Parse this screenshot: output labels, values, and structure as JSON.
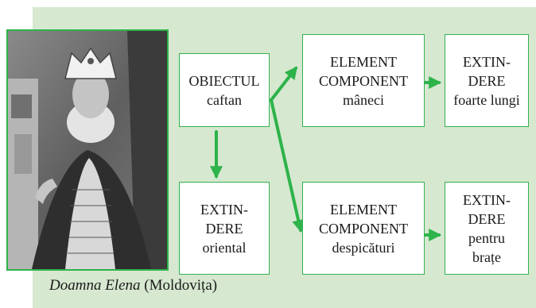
{
  "caption": {
    "italic": "Doamna Elena",
    "regular": "(Moldovița)"
  },
  "colors": {
    "panel_background": "#d6e8d0",
    "arrow": "#2db34a",
    "box_border": "#34b14f"
  },
  "boxes": {
    "object": {
      "lines": [
        "OBIECTUL",
        "caftan"
      ]
    },
    "element_sleeves": {
      "lines": [
        "ELEMENT",
        "COMPONENT",
        "mâneci"
      ]
    },
    "ext_sleeves": {
      "lines": [
        "EXTIN-",
        "DERE",
        "foarte lungi"
      ]
    },
    "ext_oriental": {
      "lines": [
        "EXTIN-",
        "DERE",
        "oriental"
      ]
    },
    "element_slits": {
      "lines": [
        "ELEMENT",
        "COMPONENT",
        "despicături"
      ]
    },
    "ext_slits": {
      "lines": [
        "EXTIN-",
        "DERE",
        "pentru",
        "brațe"
      ]
    }
  }
}
